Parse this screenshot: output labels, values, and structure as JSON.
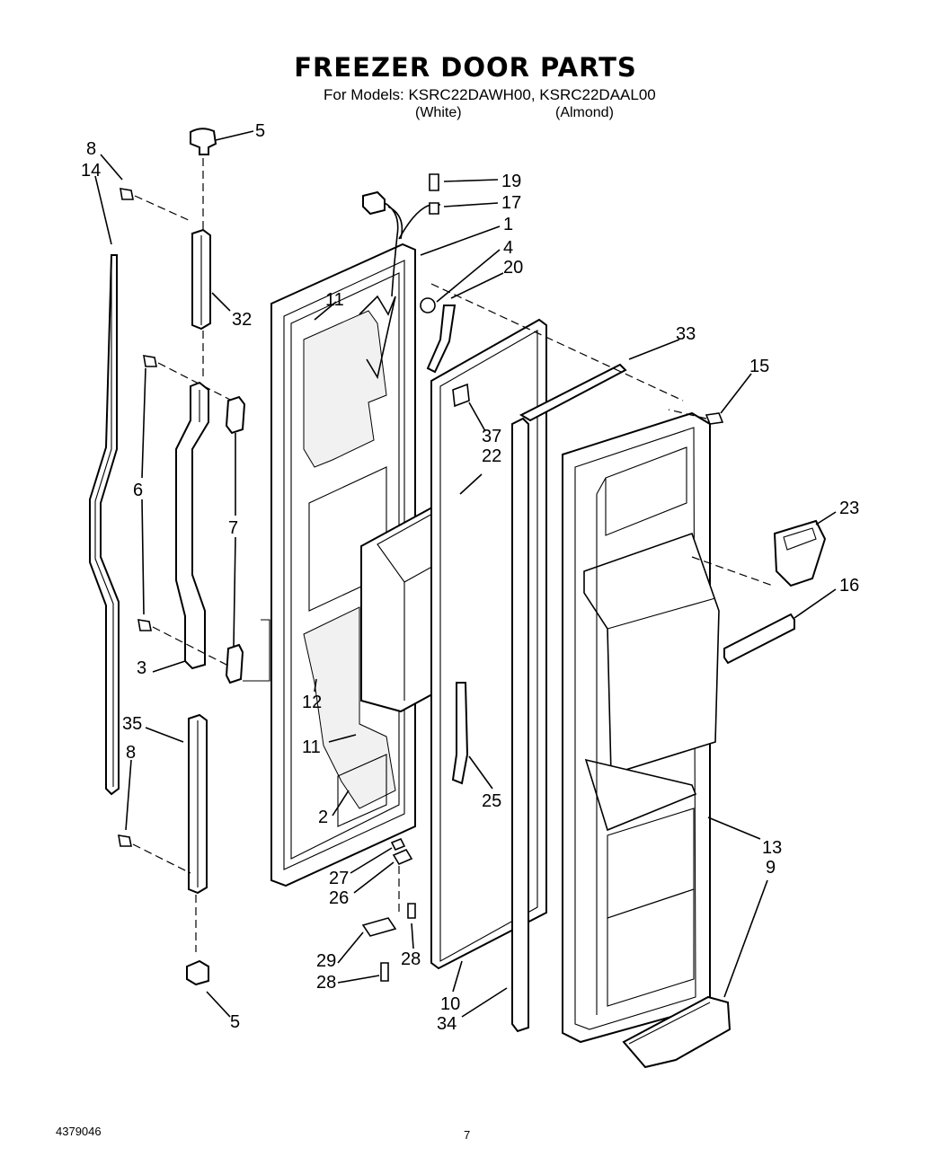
{
  "header": {
    "title": "FREEZER DOOR PARTS",
    "models_line": "For Models: KSRC22DAWH00, KSRC22DAAL00",
    "color_white": "(White)",
    "color_almond": "(Almond)"
  },
  "footer": {
    "doc_number": "4379046",
    "page_number": "7"
  },
  "callouts": [
    {
      "id": "c5a",
      "text": "5"
    },
    {
      "id": "c8a",
      "text": "8"
    },
    {
      "id": "c14",
      "text": "14"
    },
    {
      "id": "c32",
      "text": "32"
    },
    {
      "id": "c6",
      "text": "6"
    },
    {
      "id": "c7",
      "text": "7"
    },
    {
      "id": "c3",
      "text": "3"
    },
    {
      "id": "c35",
      "text": "35"
    },
    {
      "id": "c8b",
      "text": "8"
    },
    {
      "id": "c5b",
      "text": "5"
    },
    {
      "id": "c19",
      "text": "19"
    },
    {
      "id": "c17",
      "text": "17"
    },
    {
      "id": "c1",
      "text": "1"
    },
    {
      "id": "c4",
      "text": "4"
    },
    {
      "id": "c20",
      "text": "20"
    },
    {
      "id": "c11a",
      "text": "11"
    },
    {
      "id": "c12",
      "text": "12"
    },
    {
      "id": "c11b",
      "text": "11"
    },
    {
      "id": "c2",
      "text": "2"
    },
    {
      "id": "c27",
      "text": "27"
    },
    {
      "id": "c26",
      "text": "26"
    },
    {
      "id": "c29",
      "text": "29"
    },
    {
      "id": "c28a",
      "text": "28"
    },
    {
      "id": "c28b",
      "text": "28"
    },
    {
      "id": "c33",
      "text": "33"
    },
    {
      "id": "c15",
      "text": "15"
    },
    {
      "id": "c37",
      "text": "37"
    },
    {
      "id": "c22",
      "text": "22"
    },
    {
      "id": "c23",
      "text": "23"
    },
    {
      "id": "c16",
      "text": "16"
    },
    {
      "id": "c25",
      "text": "25"
    },
    {
      "id": "c13",
      "text": "13"
    },
    {
      "id": "c9",
      "text": "9"
    },
    {
      "id": "c10",
      "text": "10"
    },
    {
      "id": "c34",
      "text": "34"
    }
  ]
}
